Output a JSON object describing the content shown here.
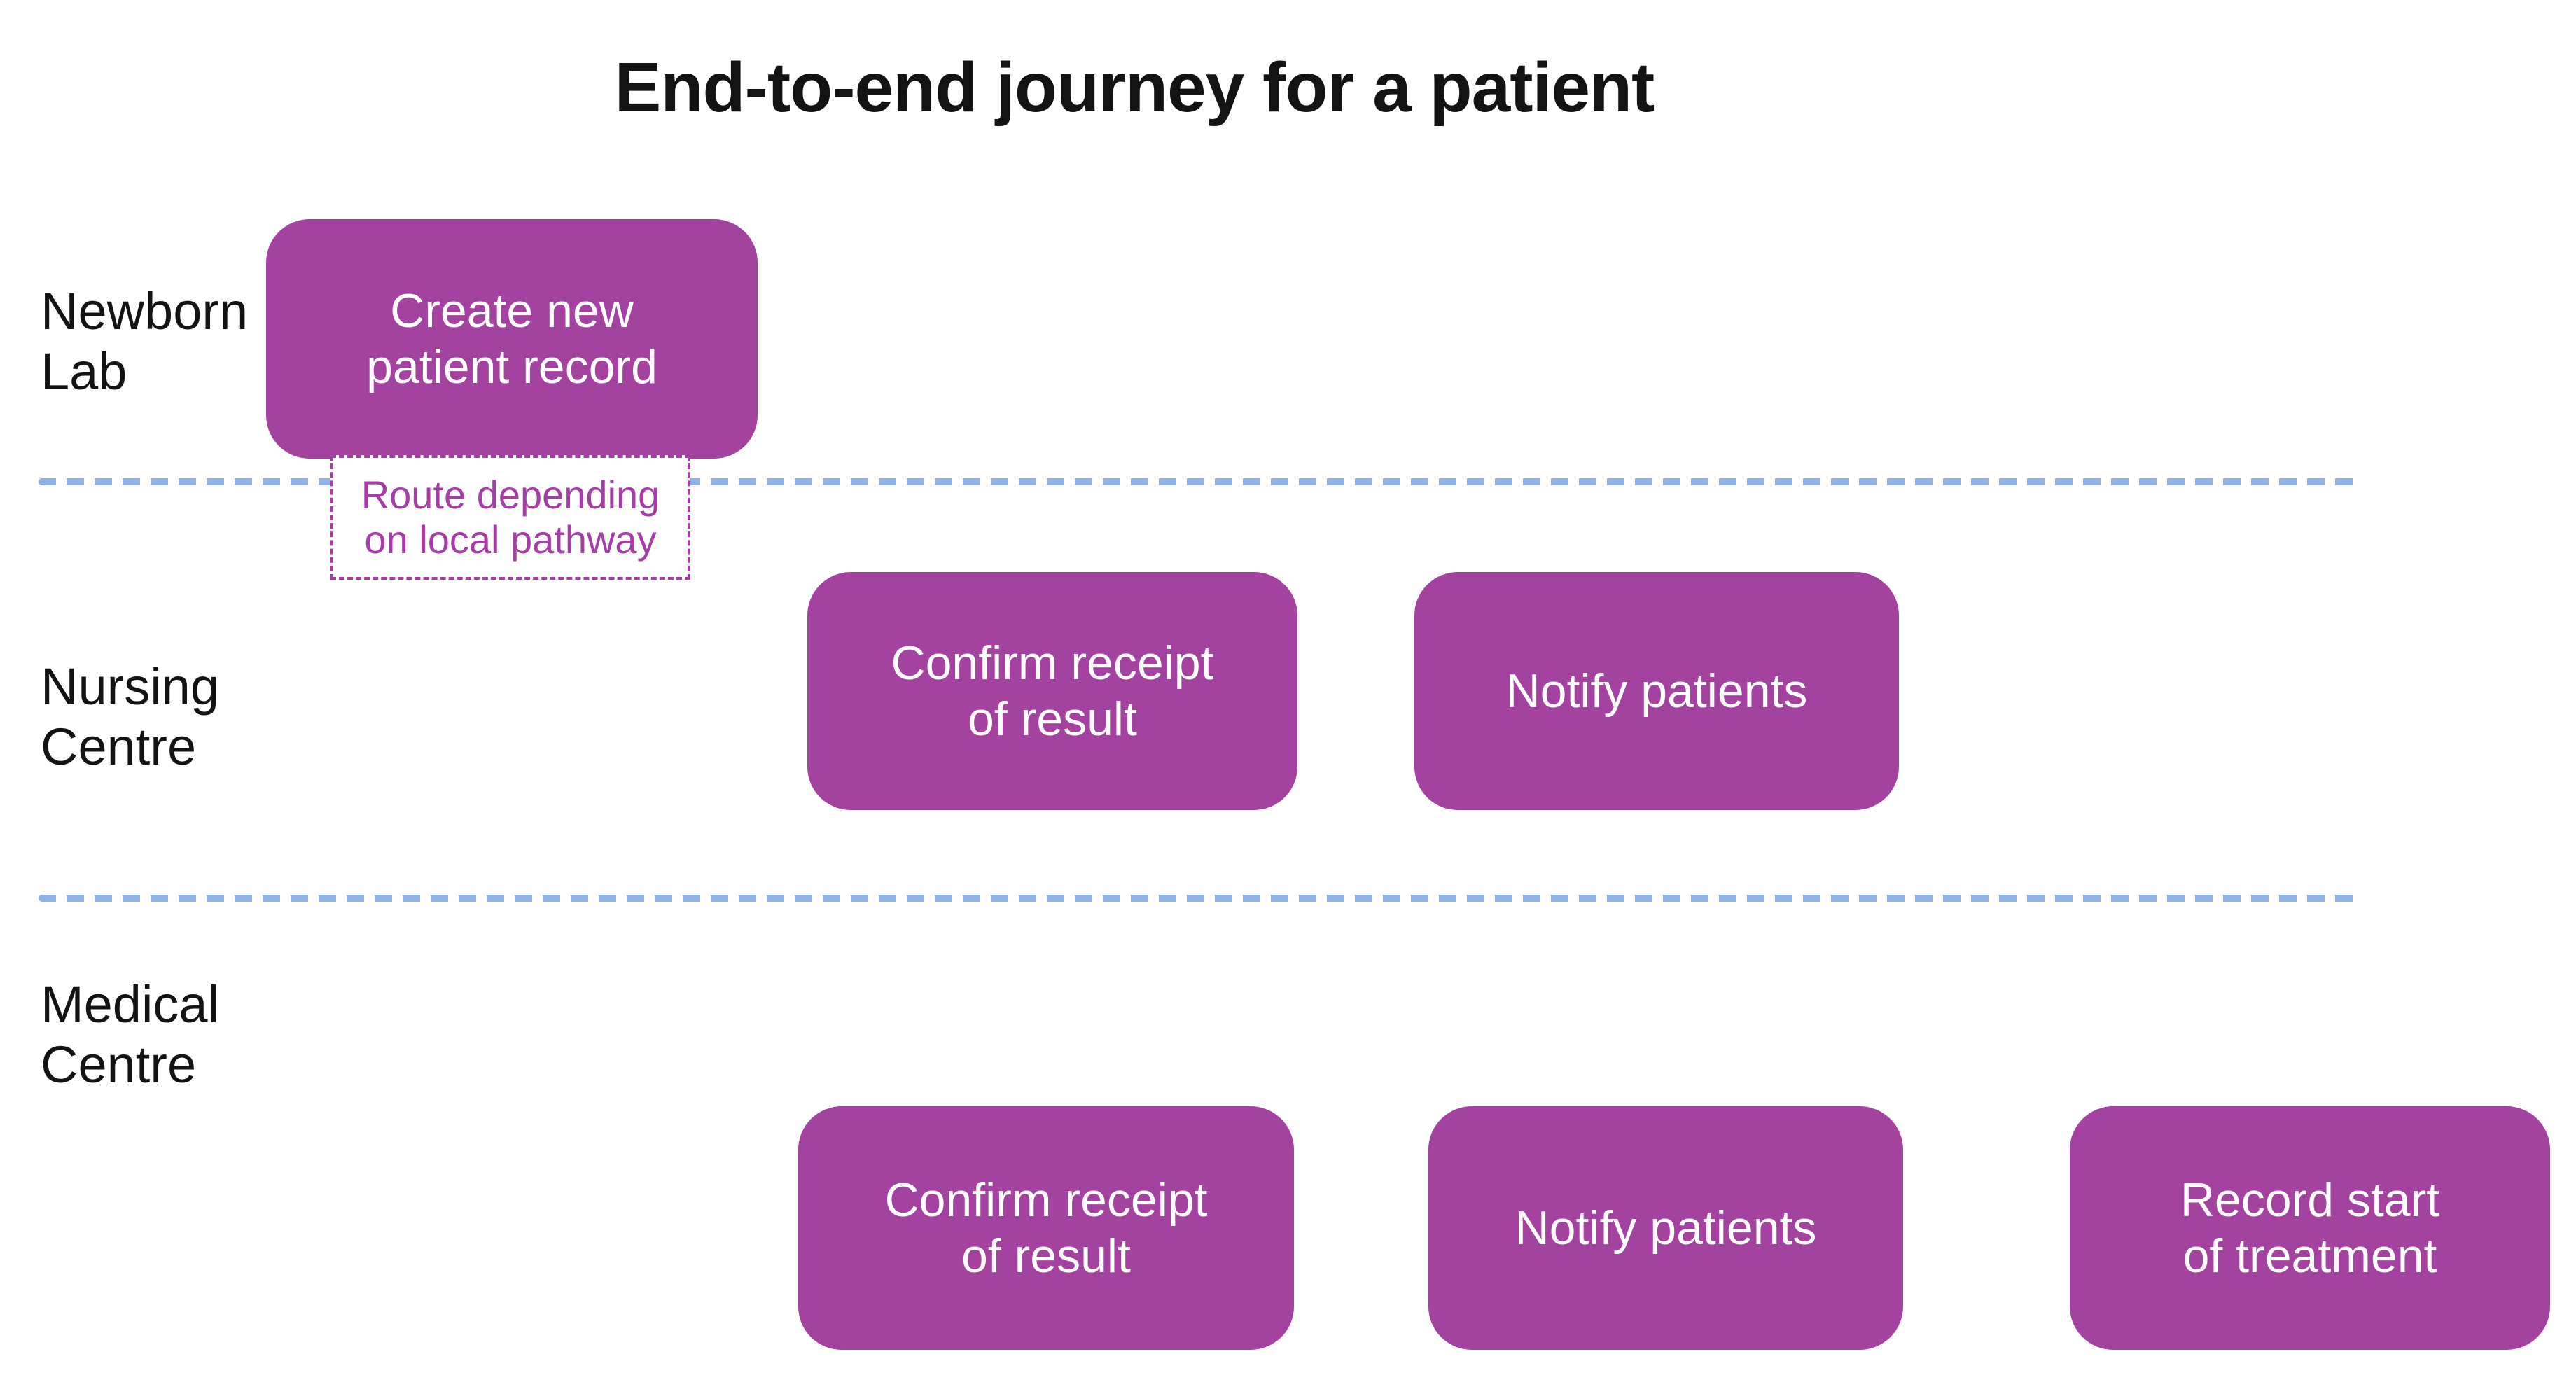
{
  "title": "End-to-end journey for a patient",
  "lanes": [
    {
      "label": "Newborn\nLab",
      "boxes": [
        {
          "text": "Create new\npatient record"
        }
      ]
    },
    {
      "label": "Nursing\nCentre",
      "boxes": [
        {
          "text": "Confirm receipt\nof result"
        },
        {
          "text": "Notify patients"
        }
      ]
    },
    {
      "label": "Medical\nCentre",
      "boxes": [
        {
          "text": "Confirm receipt\nof result"
        },
        {
          "text": "Notify patients"
        },
        {
          "text": "Record start\nof treatment"
        }
      ]
    }
  ],
  "note": {
    "text": "Route depending\non local pathway"
  },
  "colors": {
    "box_purple": "#a4429f",
    "box_text": "#ffffff",
    "lane_divider_blue": "#8fb1e6",
    "note_purple": "#a63ca6",
    "text_dark": "#131313",
    "background": "#ffffff"
  }
}
